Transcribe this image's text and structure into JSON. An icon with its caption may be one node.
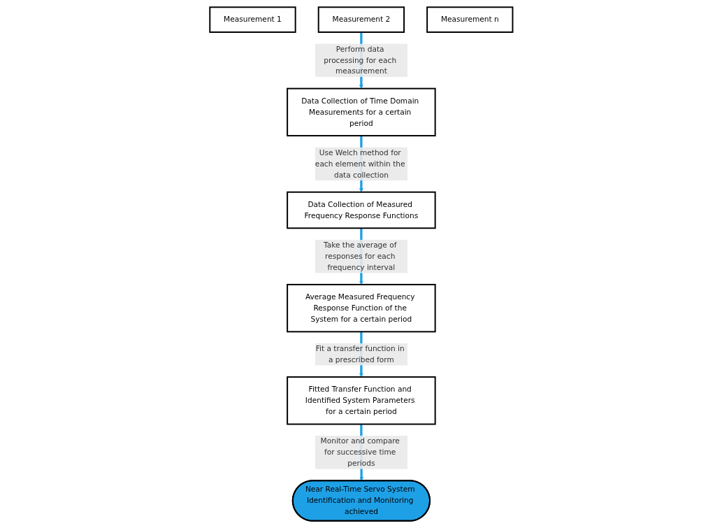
{
  "diagram": {
    "nodes": [
      {
        "text": [
          "Measurement 1"
        ]
      },
      {
        "text": [
          "Measurement 2"
        ]
      },
      {
        "text": [
          "Measurement n"
        ]
      },
      {
        "text": [
          "Data Collection of Time Domain Measurements for a certain period"
        ]
      },
      {
        "text": [
          "Data Collection of Measured Frequency Response Functions"
        ]
      },
      {
        "text": [
          "Average Measured Frequency Response Function of the System for a certain period"
        ]
      },
      {
        "text": [
          "Fitted Transfer Function and Identified System Parameters for a certain period"
        ]
      },
      {
        "text": [
          "Near Real-Time Servo System Identification and Monitoring achieved"
        ]
      }
    ],
    "edges": [
      {
        "from": 1,
        "to": 3,
        "arrow": "to",
        "label": "Perform data processing for each measurement"
      },
      {
        "from": 3,
        "to": 4,
        "arrow": "to",
        "label": "Use Welch method for each element within the data collection"
      },
      {
        "from": 4,
        "to": 5,
        "arrow": "to",
        "label": "Take the average of responses for each frequency interval"
      },
      {
        "from": 5,
        "to": 6,
        "arrow": "to",
        "label": "Fit a transfer function in a prescribed form"
      },
      {
        "from": 6,
        "to": 7,
        "arrow": "to",
        "label": "Monitor and compare for successive time periods"
      }
    ]
  }
}
